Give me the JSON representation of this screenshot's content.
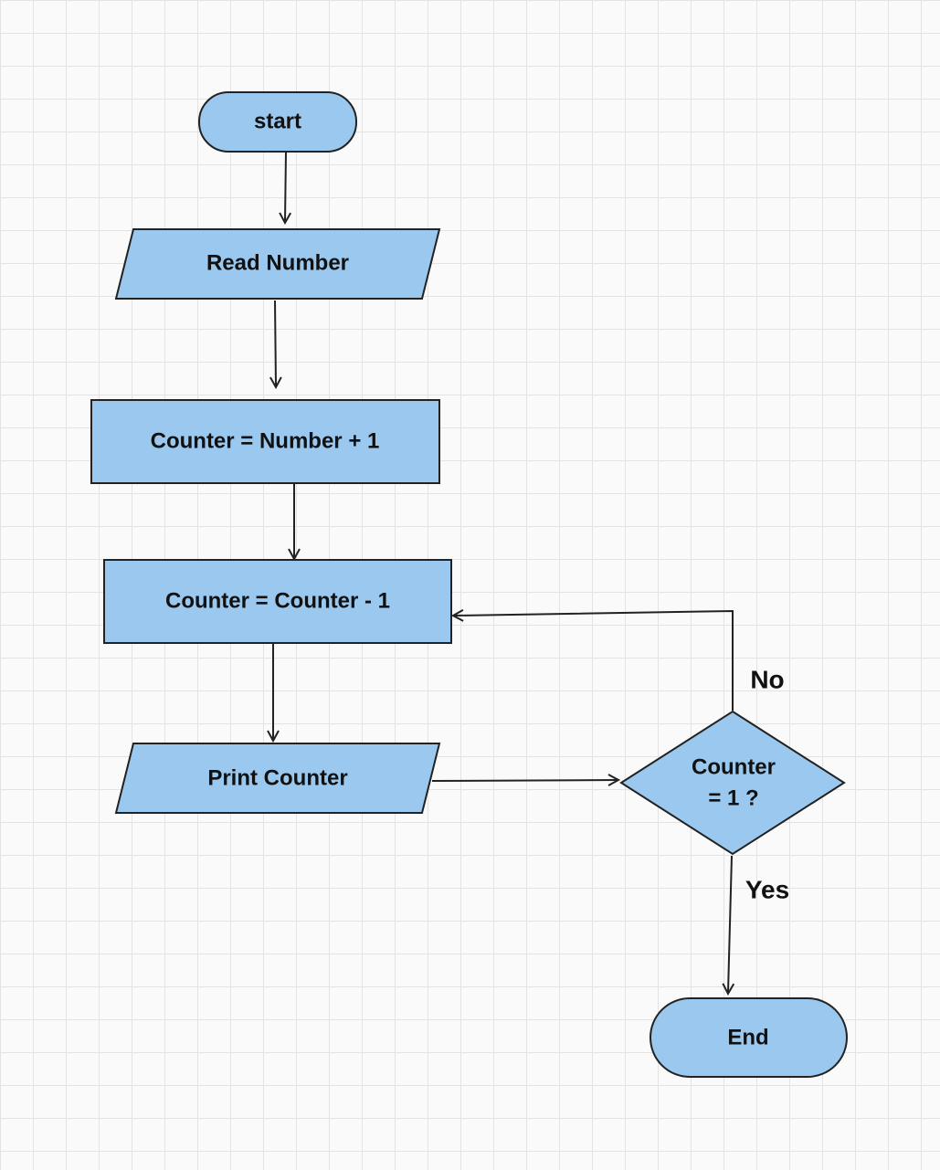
{
  "colors": {
    "node_fill": "#9ac8ef",
    "stroke": "#222222",
    "grid_line": "#e3e3e3",
    "background": "#fafafa"
  },
  "nodes": {
    "start": {
      "label": "start",
      "shape": "terminator"
    },
    "read_number": {
      "label": "Read Number",
      "shape": "parallelogram"
    },
    "counter_init": {
      "label": "Counter = Number + 1",
      "shape": "process"
    },
    "counter_decrement": {
      "label": "Counter = Counter - 1",
      "shape": "process"
    },
    "print_counter": {
      "label": "Print Counter",
      "shape": "parallelogram"
    },
    "decision": {
      "label_line1": "Counter",
      "label_line2": "= 1 ?",
      "shape": "decision"
    },
    "end": {
      "label": "End",
      "shape": "terminator"
    }
  },
  "edges": {
    "no_label": "No",
    "yes_label": "Yes"
  }
}
